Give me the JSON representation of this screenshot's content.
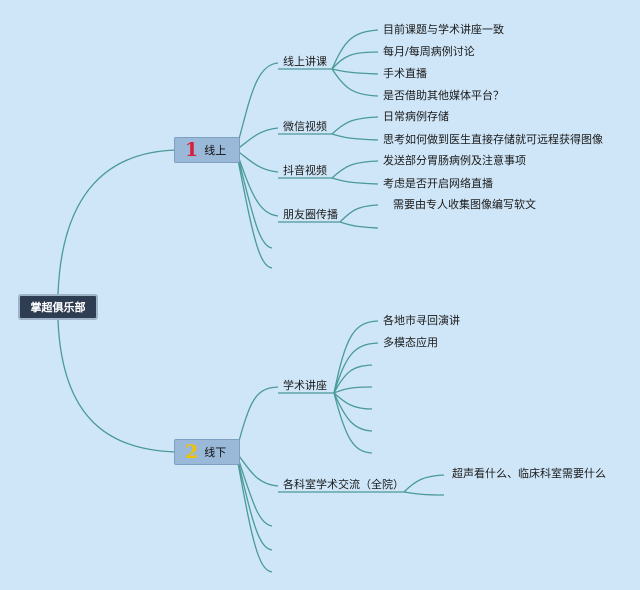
{
  "root": {
    "label": "掌超俱乐部"
  },
  "branches": [
    {
      "number": "1",
      "number_color": "#d81e3a",
      "label": "线上",
      "topics": [
        {
          "label": "线上讲课",
          "items": [
            "目前课题与学术讲座一致",
            "每月/每周病例讨论",
            "手术直播",
            "是否借助其他媒体平台？"
          ]
        },
        {
          "label": "微信视频",
          "items": [
            "日常病例存储",
            "思考如何做到医生直接存储就可远程获得图像"
          ]
        },
        {
          "label": "抖音视频",
          "items": [
            "发送部分胃肠病例及注意事项",
            "考虑是否开启网络直播"
          ]
        },
        {
          "label": "朋友圈传播",
          "items": [
            "需要由专人收集图像编写软文"
          ]
        }
      ]
    },
    {
      "number": "2",
      "number_color": "#f2c200",
      "label": "线下",
      "topics": [
        {
          "label": "学术讲座",
          "items": [
            "各地市寻回演讲",
            "多模态应用"
          ]
        },
        {
          "label": "各科室学术交流（全院）",
          "items": [
            "超声看什么、临床科室需要什么"
          ]
        }
      ]
    }
  ],
  "colors": {
    "line": "#4a9a98",
    "background": "#cfe6f8",
    "root_fill": "#2f3d52",
    "branch_fill": "#9ab8d8"
  }
}
